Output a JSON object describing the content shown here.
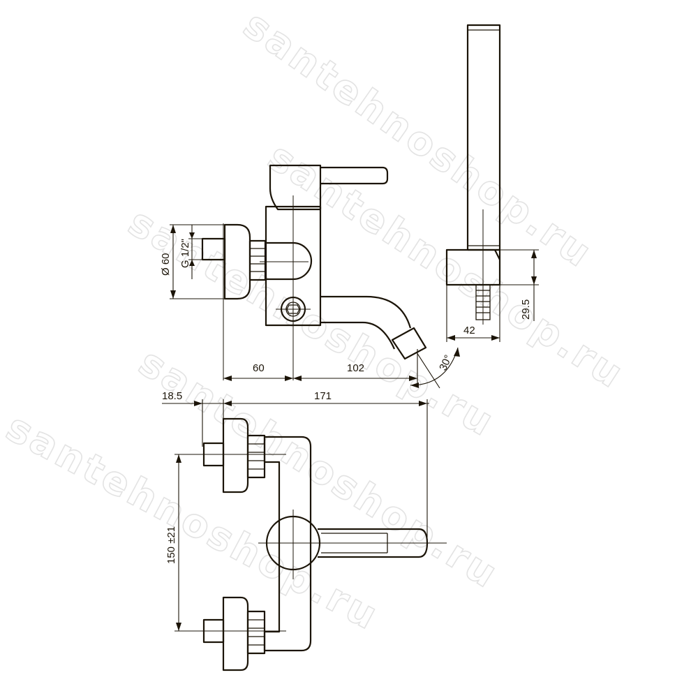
{
  "watermark": "santehnoshop.ru",
  "dimensions": {
    "diameter": "Ø 60",
    "thread": "G 1/2\"",
    "offset_60": "60",
    "spout_102": "102",
    "angle": "30°",
    "holder_height": "29.5",
    "holder_width": "42",
    "left_18_5": "18.5",
    "total_171": "171",
    "spacing": "150 ±21"
  },
  "colors": {
    "line": "#1b1408",
    "watermark": "#e3e3e3"
  }
}
